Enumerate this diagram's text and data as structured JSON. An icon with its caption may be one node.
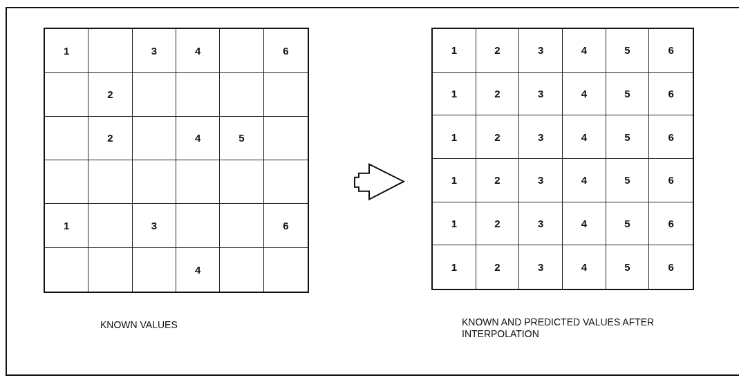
{
  "diagram": {
    "nodes": [
      {
        "text": [
          "KNOWN VALUES"
        ]
      },
      {
        "text": [
          "KNOWN AND PREDICTED VALUES AFTER INTERPOLATION"
        ]
      }
    ],
    "edges": [
      {
        "from": 0,
        "to": 1,
        "arrow": "to",
        "style": "thick"
      }
    ],
    "labels": [
      "1",
      "3",
      "4",
      "6",
      "2",
      "2",
      "4",
      "5",
      "1",
      "3",
      "6",
      "4",
      "1",
      "2",
      "3",
      "4",
      "5",
      "6",
      "1",
      "2",
      "3",
      "4",
      "5",
      "6",
      "1",
      "2",
      "3",
      "4",
      "5",
      "6",
      "1",
      "2",
      "3",
      "4",
      "5",
      "6",
      "1",
      "2",
      "3",
      "4",
      "5",
      "6",
      "1",
      "2",
      "3",
      "4",
      "5",
      "6"
    ]
  }
}
